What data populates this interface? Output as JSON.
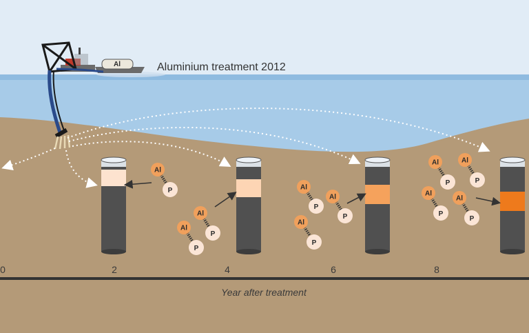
{
  "title": "Aluminium treatment 2012",
  "boat": {
    "tank_label": "Al"
  },
  "axis": {
    "label": "Year after treatment",
    "ticks": [
      "0",
      "2",
      "4",
      "6",
      "8"
    ]
  },
  "cores": [
    {
      "year": "2",
      "band_color": "#fde3cf"
    },
    {
      "year": "4",
      "band_color": "#fdd5b4"
    },
    {
      "year": "6",
      "band_color": "#f5a25c"
    },
    {
      "year": "8",
      "band_color": "#ee7a1c"
    }
  ],
  "molecule": {
    "al": "Al",
    "p": "P"
  },
  "colors": {
    "sky": "#e1ecf6",
    "water": "#a7cbe8",
    "sediment": "#b49a78",
    "core": "#505050",
    "al_ball": "#f0a05c",
    "p_ball": "#fbe5d6"
  }
}
